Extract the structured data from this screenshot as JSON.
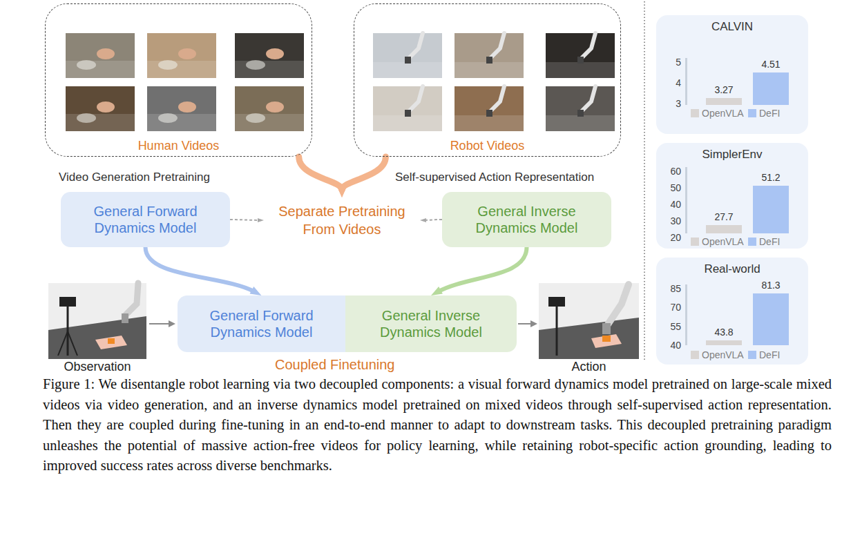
{
  "diagram": {
    "caption": "Figure 1: We disentangle robot learning via two decoupled components: a visual forward dynamics model pretrained on large-scale mixed videos via video generation, and an inverse dynamics model pretrained on mixed videos through self-supervised action representation. Then they are coupled during fine-tuning in an end-to-end manner to adapt to downstream tasks. This decoupled pretraining paradigm unleashes the potential of massive action-free videos for policy learning, while retaining robot-specific action grounding, leading to improved success rates across diverse benchmarks.",
    "nodes": [
      {
        "text": [
          "Human Videos"
        ]
      },
      {
        "text": [
          "Robot Videos"
        ]
      },
      {
        "text": [
          "Video Generation Pretraining",
          "General Forward Dynamics Model"
        ]
      },
      {
        "text": [
          "Separate Pretraining From Videos"
        ]
      },
      {
        "text": [
          "Self-supervised Action Representation",
          "General Inverse Dynamics Model"
        ]
      },
      {
        "text": [
          "General Forward Dynamics Model"
        ]
      },
      {
        "text": [
          "General Inverse Dynamics Model"
        ]
      },
      {
        "text": [
          "CALVIN"
        ]
      },
      {
        "text": [
          "SimplerEnv"
        ]
      },
      {
        "text": [
          "Real-world"
        ]
      }
    ],
    "edges": [
      {
        "from": 0,
        "to": 3,
        "arrow": "to"
      },
      {
        "from": 1,
        "to": 3,
        "arrow": "to"
      },
      {
        "from": 2,
        "to": 3,
        "arrow": "to"
      },
      {
        "from": 4,
        "to": 3,
        "arrow": "to"
      },
      {
        "from": 2,
        "to": 5,
        "arrow": "to"
      },
      {
        "from": 4,
        "to": 6,
        "arrow": "to"
      }
    ],
    "labels": [
      "Coupled Finetuning",
      "Observation",
      "Action",
      "5",
      "4",
      "3",
      "3.27",
      "4.51",
      "60",
      "50",
      "40",
      "30",
      "20",
      "27.7",
      "51.2",
      "85",
      "70",
      "55",
      "40",
      "43.8",
      "81.3"
    ],
    "legend": [
      {
        "text": "OpenVLA",
        "color": "#d9d5d3"
      },
      {
        "text": "DeFI",
        "color": "#a9c4f3"
      },
      {
        "text": "OpenVLA",
        "color": "#d9d5d3"
      },
      {
        "text": "DeFI",
        "color": "#a9c4f3"
      },
      {
        "text": "OpenVLA",
        "color": "#d9d5d3"
      },
      {
        "text": "DeFI",
        "color": "#a9c4f3"
      }
    ]
  }
}
